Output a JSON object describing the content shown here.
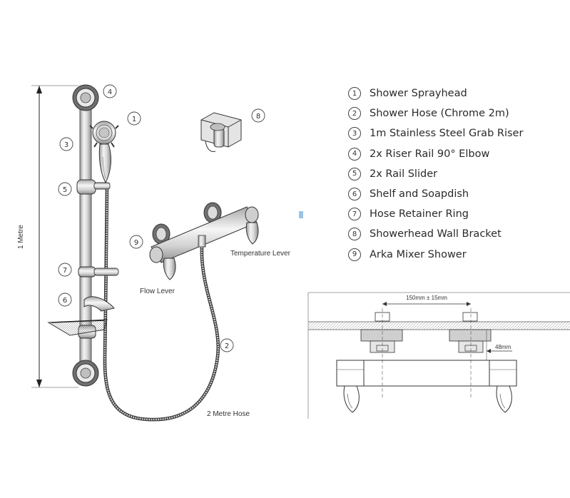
{
  "legend": [
    {
      "num": "1",
      "label": "Shower Sprayhead"
    },
    {
      "num": "2",
      "label": "Shower Hose (Chrome 2m)"
    },
    {
      "num": "3",
      "label": "1m Stainless Steel Grab Riser"
    },
    {
      "num": "4",
      "label": "2x Riser Rail 90° Elbow"
    },
    {
      "num": "5",
      "label": "2x Rail Slider"
    },
    {
      "num": "6",
      "label": "Shelf and Soapdish"
    },
    {
      "num": "7",
      "label": "Hose Retainer Ring"
    },
    {
      "num": "8",
      "label": "Showerhead Wall Bracket"
    },
    {
      "num": "9",
      "label": "Arka Mixer Shower"
    }
  ],
  "diagram": {
    "height_label": "1 Metre",
    "hose_label": "2 Metre Hose",
    "temperature_lever_label": "Temperature Lever",
    "flow_lever_label": "Flow Lever",
    "callouts": {
      "c1": "1",
      "c2": "2",
      "c3": "3",
      "c4": "4",
      "c5": "5",
      "c6": "6",
      "c7": "7",
      "c8": "8",
      "c9": "9"
    }
  },
  "detail": {
    "centres_label": "150mm ± 15mm",
    "depth_label": "48mm"
  }
}
